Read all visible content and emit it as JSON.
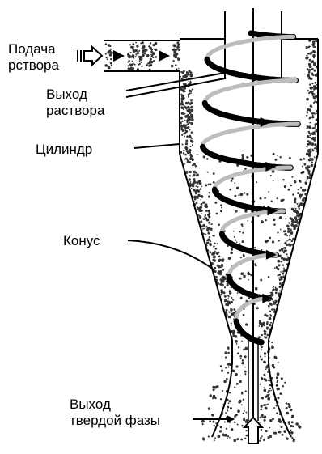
{
  "labels": {
    "feed": "Подача\nрствора",
    "solution_outlet": "Выход\nраствора",
    "cylinder": "Цилиндр",
    "cone": "Конус",
    "solid_outlet": "Выход\nтвердой фазы"
  },
  "colors": {
    "ink": "#000000",
    "background": "#ffffff",
    "stipple": "#333333",
    "spiral_shade": "#bdbdbd"
  }
}
